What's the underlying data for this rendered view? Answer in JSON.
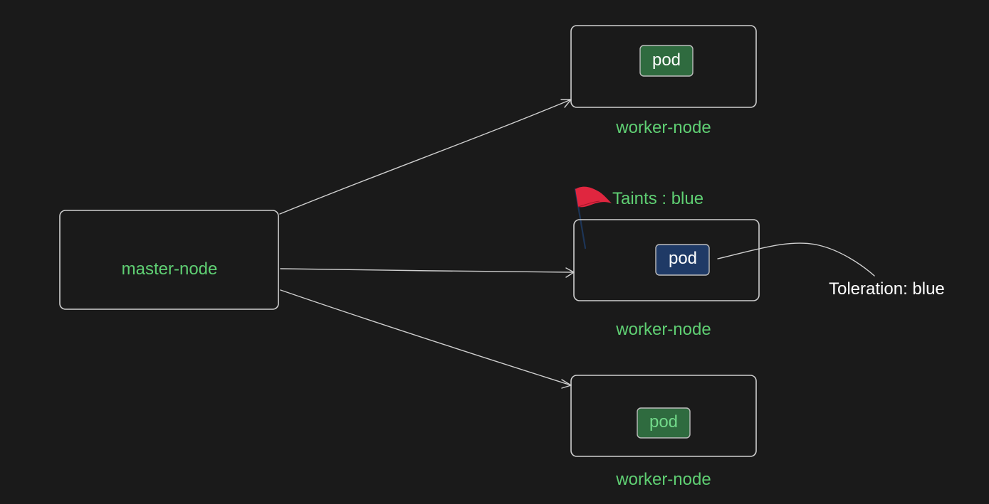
{
  "master": {
    "label": "master-node"
  },
  "workers": [
    {
      "label": "worker-node",
      "pod_label": "pod",
      "pod_color": "green"
    },
    {
      "label": "worker-node",
      "pod_label": "pod",
      "pod_color": "blue"
    },
    {
      "label": "worker-node",
      "pod_label": "pod",
      "pod_color": "green"
    }
  ],
  "taint": {
    "label": "Taints : blue",
    "icon": "red-flag-icon"
  },
  "toleration": {
    "label": "Toleration: blue"
  },
  "colors": {
    "background": "#1a1a1a",
    "label_green": "#5fcf73",
    "pod_green": "#2f6b3f",
    "pod_blue": "#1f3a66",
    "flag_red": "#e0263f"
  }
}
